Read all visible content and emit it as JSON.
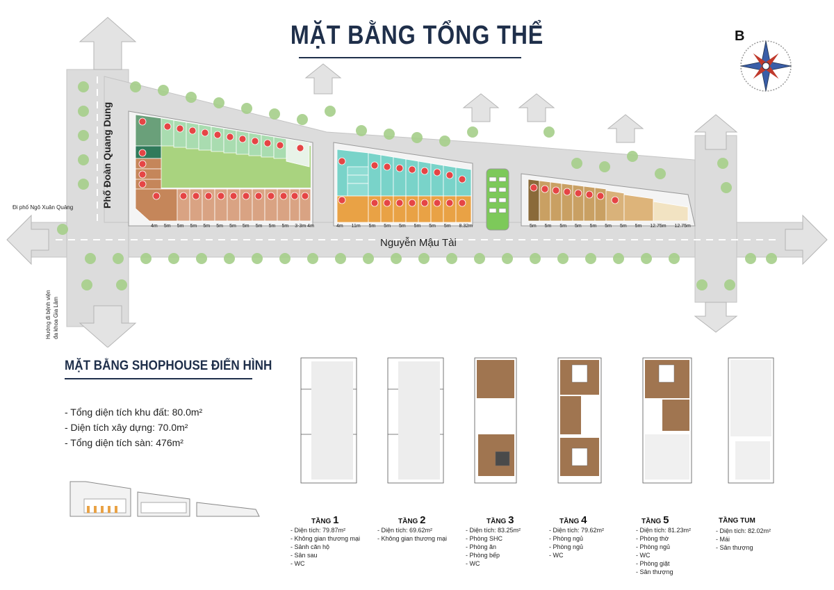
{
  "title": "MẶT BẰNG TỔNG THỂ",
  "compass": {
    "north_label": "B"
  },
  "streets": {
    "main": "Nguyễn Mậu Tài",
    "side": "Phố Đoàn Quang Dung",
    "direction_left": "Đi phố Ngô Xuân Quảng",
    "direction_hospital_1": "Hướng đi bệnh viện",
    "direction_hospital_2": "đa khoa Gia Lâm"
  },
  "shophouse": {
    "title": "MẶT BẰNG SHOPHOUSE ĐIỂN HÌNH",
    "stats": [
      "- Tổng diện tích khu đất: 80.0m²",
      "- Diện tích xây dựng: 70.0m²",
      "- Tổng diện tích sàn: 476m²"
    ]
  },
  "floors": [
    {
      "prefix": "TẦNG",
      "num": "1",
      "items": [
        "- Diện tích: 79.87m²",
        "- Không gian thương mại",
        "- Sảnh căn hộ",
        "- Sân sau",
        "- WC"
      ]
    },
    {
      "prefix": "TẦNG",
      "num": "2",
      "items": [
        "- Diện tích: 69.62m²",
        "- Không gian thương mại"
      ]
    },
    {
      "prefix": "TẦNG",
      "num": "3",
      "items": [
        "- Diện tích: 83.25m²",
        "- Phòng SHC",
        "- Phòng ăn",
        "- Phòng bếp",
        "- WC"
      ]
    },
    {
      "prefix": "TẦNG",
      "num": "4",
      "items": [
        "- Diện tích: 79.62m²",
        "- Phòng ngủ",
        "- Phòng ngủ",
        "- WC"
      ]
    },
    {
      "prefix": "TẦNG",
      "num": "5",
      "items": [
        "- Diện tích: 81.23m²",
        "- Phòng thờ",
        "- Phòng ngủ",
        "- WC",
        "- Phòng giặt",
        "- Sân thượng"
      ]
    },
    {
      "prefix": "TẦNG TUM",
      "num": "",
      "items": [
        "- Diện tích: 82.02m²",
        "- Mái",
        "- Sân thượng"
      ]
    }
  ],
  "dimensions": {
    "left_bottom": [
      "4m",
      "5m",
      "5m",
      "5m",
      "5m",
      "5m",
      "5m",
      "5m",
      "5m",
      "5m",
      "5m",
      "3-3m 4m"
    ],
    "mid_bottom": [
      "4m",
      "11m",
      "5m",
      "5m",
      "5m",
      "5m",
      "5m",
      "5m",
      "8.32m"
    ],
    "right_bottom": [
      "5m",
      "5m",
      "5m",
      "5m",
      "5m",
      "5m",
      "5m",
      "5m",
      "12.75m",
      "12.75m"
    ]
  },
  "colors": {
    "road": "#dcdcdc",
    "green_plot": "#a9d37f",
    "brown_lots": "#c5865a",
    "teal_lots": "#79d3c9",
    "orange_lots": "#e9a245",
    "tan_lots": "#c9a063",
    "title": "#1f2f4a"
  }
}
